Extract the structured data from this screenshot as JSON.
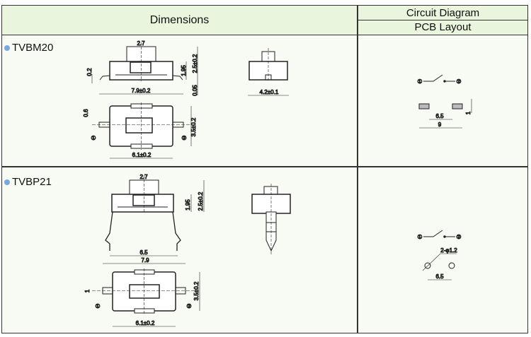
{
  "header": {
    "dimensions": "Dimensions",
    "circuit_diagram": "Circuit Diagram",
    "pcb_layout": "PCB Layout"
  },
  "accent_color": "#7aa7e0",
  "rows": [
    {
      "model": "TVBM20",
      "dims": {
        "button_width": "2.7",
        "total_length": "7.9±0.2",
        "lead_thickness": "0.2",
        "body_height": "1.95",
        "total_height": "2.5±0.2",
        "standoff": "0.05",
        "side_width": "4.2±0.1",
        "lead_width": "0.6",
        "bottom_width": "3.5±0.2",
        "body_length": "6.1±0.2",
        "terminal_1": "①",
        "terminal_2": "②"
      },
      "circuit": {
        "terminal_1": "①",
        "terminal_2": "②"
      },
      "pcb": {
        "pad_spacing": "6.5",
        "pad_span": "9",
        "pad_height": "1"
      }
    },
    {
      "model": "TVBP21",
      "dims": {
        "button_width": "2.7",
        "body_height": "1.95",
        "total_height": "2.5±0.2",
        "lead_spacing": "6.5",
        "total_length": "7.9",
        "lead_width": "1",
        "bottom_width": "3.5±0.2",
        "body_length": "6.1±0.2",
        "terminal_1": "①",
        "terminal_2": "②"
      },
      "circuit": {
        "terminal_1": "①",
        "terminal_2": "②"
      },
      "pcb": {
        "hole_spec": "2-φ1.2",
        "hole_spacing": "6.5"
      }
    }
  ]
}
